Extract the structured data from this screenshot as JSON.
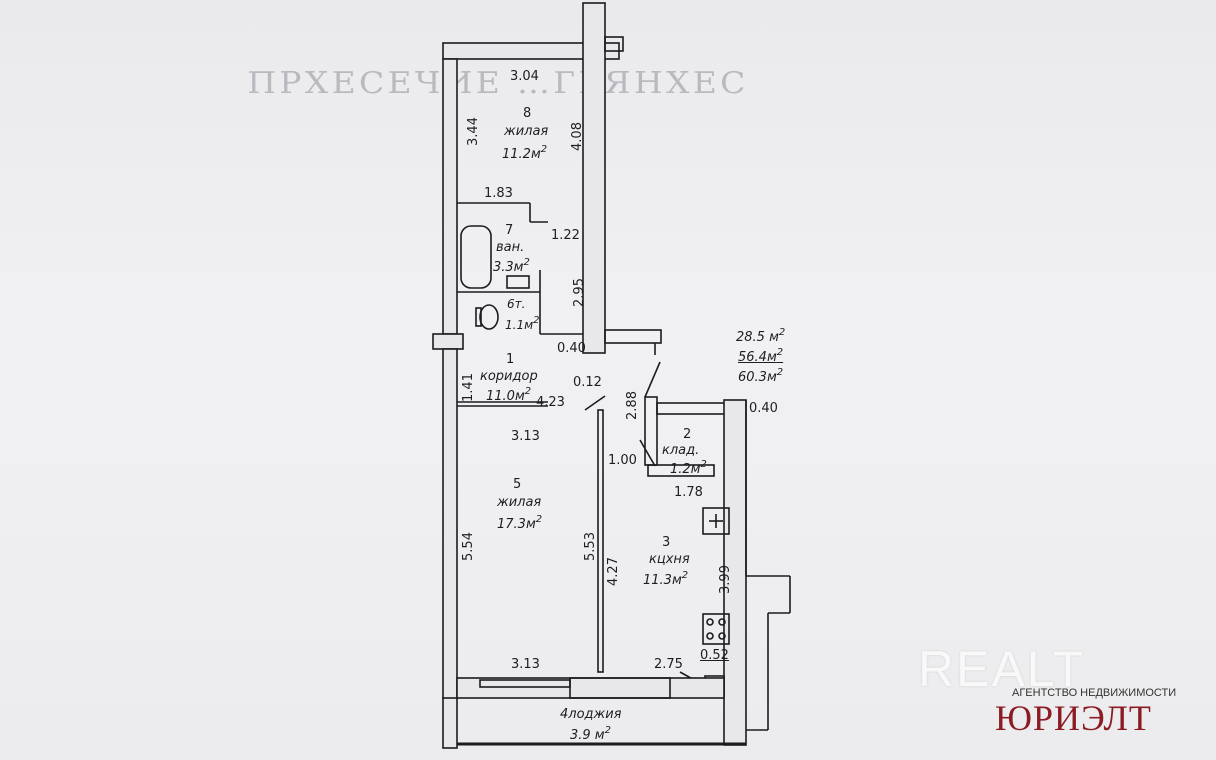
{
  "rooms": {
    "r8": {
      "num": "8",
      "name": "жилая",
      "area": "11.2м"
    },
    "r7": {
      "num": "7",
      "name": "ван.",
      "area": "3.3м"
    },
    "r6": {
      "num": "6т.",
      "area": "1.1м"
    },
    "r1": {
      "num": "1",
      "name": "коридор",
      "area": "11.0м"
    },
    "r5": {
      "num": "5",
      "name": "жилая",
      "area": "17.3м"
    },
    "r2": {
      "num": "2",
      "name": "клад.",
      "area": "1.2м"
    },
    "r3": {
      "num": "3",
      "name": "кцхня",
      "area": "11.3м"
    },
    "r4": {
      "name": "4лоджия",
      "area": "3.9 м"
    }
  },
  "sup2": "2",
  "totals": {
    "living": "28.5 м",
    "total": "56.4м",
    "with_loggia": "60.3м"
  },
  "dims": {
    "d304": "3.04",
    "d344": "3.44",
    "d408": "4.08",
    "d183": "1.83",
    "d122": "1.22",
    "d295": "2.95",
    "d040a": "0.40",
    "d141": "1.41",
    "d012": "0.12",
    "d423": "4.23",
    "d288": "2.88",
    "d040b": "0.40",
    "d313a": "3.13",
    "d100": "1.00",
    "d178": "1.78",
    "d554": "5.54",
    "d553": "5.53",
    "d427": "4.27",
    "d399": "3.99",
    "d313b": "3.13",
    "d275": "2.75",
    "d052": "0.52"
  },
  "watermark": {
    "realt": "REALT",
    "sub": "АГЕНТСТВО НЕДВИЖИМОСТИ",
    "brand": "ЮРИЭЛТ"
  }
}
